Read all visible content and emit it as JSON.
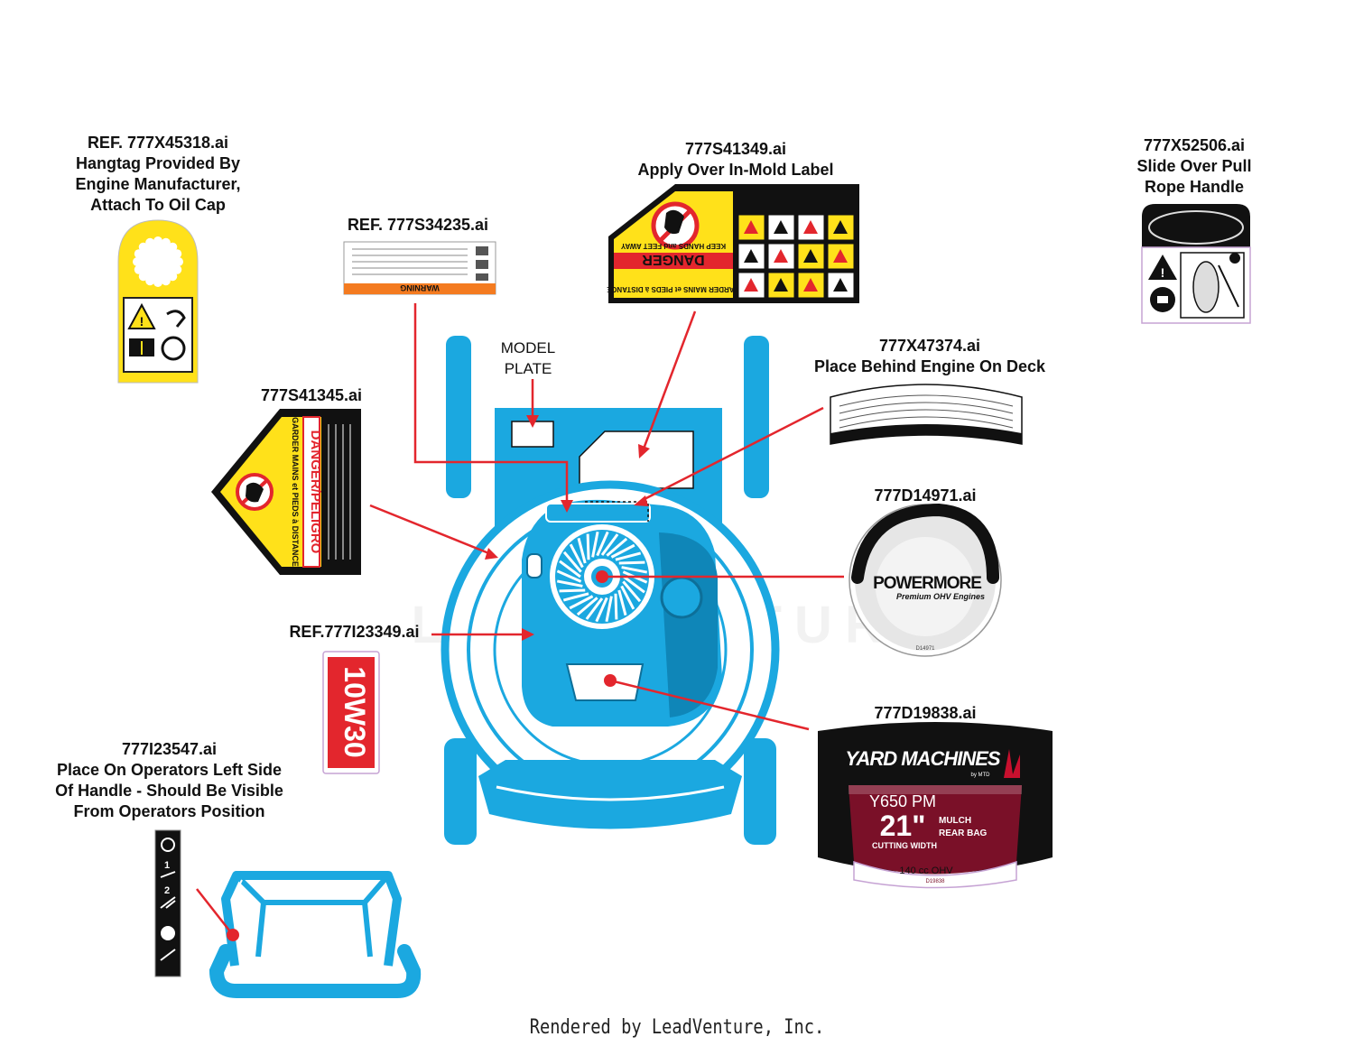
{
  "decals": [
    {
      "id": "hangtag",
      "lines": [
        "REF. 777X45318.ai",
        "Hangtag Provided By",
        "Engine Manufacturer,",
        "Attach To Oil Cap"
      ]
    },
    {
      "id": "inmold",
      "lines": [
        "777S41349.ai",
        "Apply Over In-Mold Label"
      ]
    },
    {
      "id": "pullrope",
      "lines": [
        "777X52506.ai",
        "Slide Over Pull",
        "Rope Handle"
      ]
    },
    {
      "id": "warning",
      "lines": [
        "REF. 777S34235.ai"
      ]
    },
    {
      "id": "deck",
      "lines": [
        "777X47374.ai",
        "Place Behind Engine On Deck"
      ]
    },
    {
      "id": "danger",
      "lines": [
        "777S41345.ai"
      ]
    },
    {
      "id": "powermore",
      "lines": [
        "777D14971.ai"
      ]
    },
    {
      "id": "oil",
      "lines": [
        "REF.777I23349.ai"
      ]
    },
    {
      "id": "yardmachines",
      "lines": [
        "777D19838.ai"
      ]
    },
    {
      "id": "handle",
      "lines": [
        "777I23547.ai",
        "Place On Operators Left Side",
        "Of Handle - Should Be Visible",
        "From Operators Position"
      ]
    }
  ],
  "model_plate": [
    "MODEL",
    "PLATE"
  ],
  "label_text": {
    "warning_title": "WARNING",
    "danger_title": "DANGER",
    "keep_hands": "KEEP HANDS and FEET AWAY",
    "garder": "GARDER MAINS et PIEDS à DISTANCE",
    "danger_peligro": "DANGER/PELIGRO",
    "oil_grade": "10W30",
    "brand": "POWERMORE",
    "brand_sub": "Premium OHV Engines",
    "powermore_code": "D14971",
    "yard_machines": "YARD MACHINES",
    "by_mtd": "by MTD",
    "model": "Y650 PM",
    "cutting_size": "21\"",
    "mulch": "MULCH",
    "rear_bag": "REAR BAG",
    "cutting_width": "CUTTING WIDTH",
    "engine_spec": "140 cc OHV",
    "yard_code": "D19838"
  },
  "watermark": "LEADVENTURE",
  "footer": "Rendered by LeadVenture, Inc.",
  "colors": {
    "mower": "#1ba8e0",
    "mower_dark": "#0f86b8",
    "arrow": "#e3262d",
    "yellow": "#ffe11a",
    "danger_red": "#e3262d",
    "warning_orange": "#f47b20"
  }
}
